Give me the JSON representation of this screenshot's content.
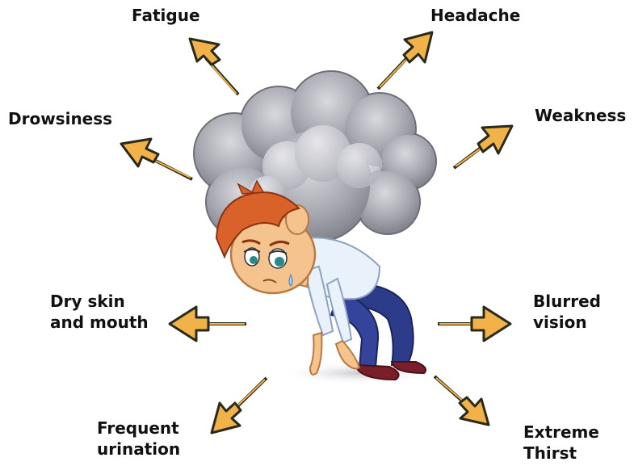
{
  "symptoms": {
    "fatigue": "Fatigue",
    "headache": "Headache",
    "drowsiness": "Drowsiness",
    "weakness": "Weakness",
    "dry_skin": {
      "line1": "Dry skin",
      "line2": "and mouth"
    },
    "blurred_vision": {
      "line1": "Blurred",
      "line2": "vision"
    },
    "frequent_urination": {
      "line1": "Frequent",
      "line2": "urination"
    },
    "extreme_thirst": {
      "line1": "Extreme",
      "line2": "Thirst"
    }
  },
  "colors": {
    "arrow_fill": "#f2b24a",
    "arrow_stroke": "#2a2a1a",
    "cloud": "#8f8f9a",
    "shirt": "#e9f1fb",
    "pants": "#2c3b8a",
    "hair": "#d9612a",
    "skin": "#f5c38e"
  }
}
